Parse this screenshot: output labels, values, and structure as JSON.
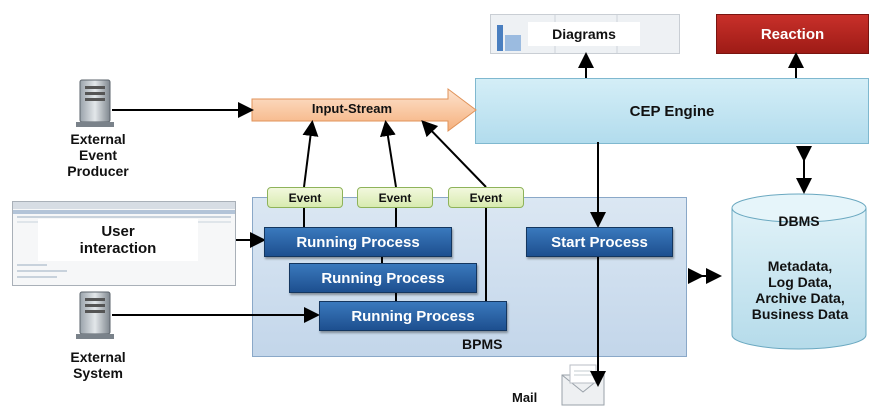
{
  "nodes": {
    "external_event_producer": "External\nEvent\nProducer",
    "user_interaction": "User\ninteraction",
    "external_system": "External\nSystem",
    "input_stream": "Input-Stream",
    "cep_engine": "CEP Engine",
    "diagrams": "Diagrams",
    "reaction": "Reaction",
    "bpms": "BPMS",
    "dbms_title": "DBMS",
    "dbms_contents": "Metadata,\nLog Data,\nArchive Data,\nBusiness Data",
    "mail": "Mail"
  },
  "processes": [
    "Running Process",
    "Running Process",
    "Running Process",
    "Start Process"
  ],
  "events": [
    "Event",
    "Event",
    "Event"
  ],
  "colors": {
    "process_fill": "#2a62a8",
    "cep_fill": "#c4e6f3",
    "reaction_fill": "#b42520",
    "event_fill": "#e6f2c8",
    "input_stream_fill": "#f9c9a6"
  }
}
